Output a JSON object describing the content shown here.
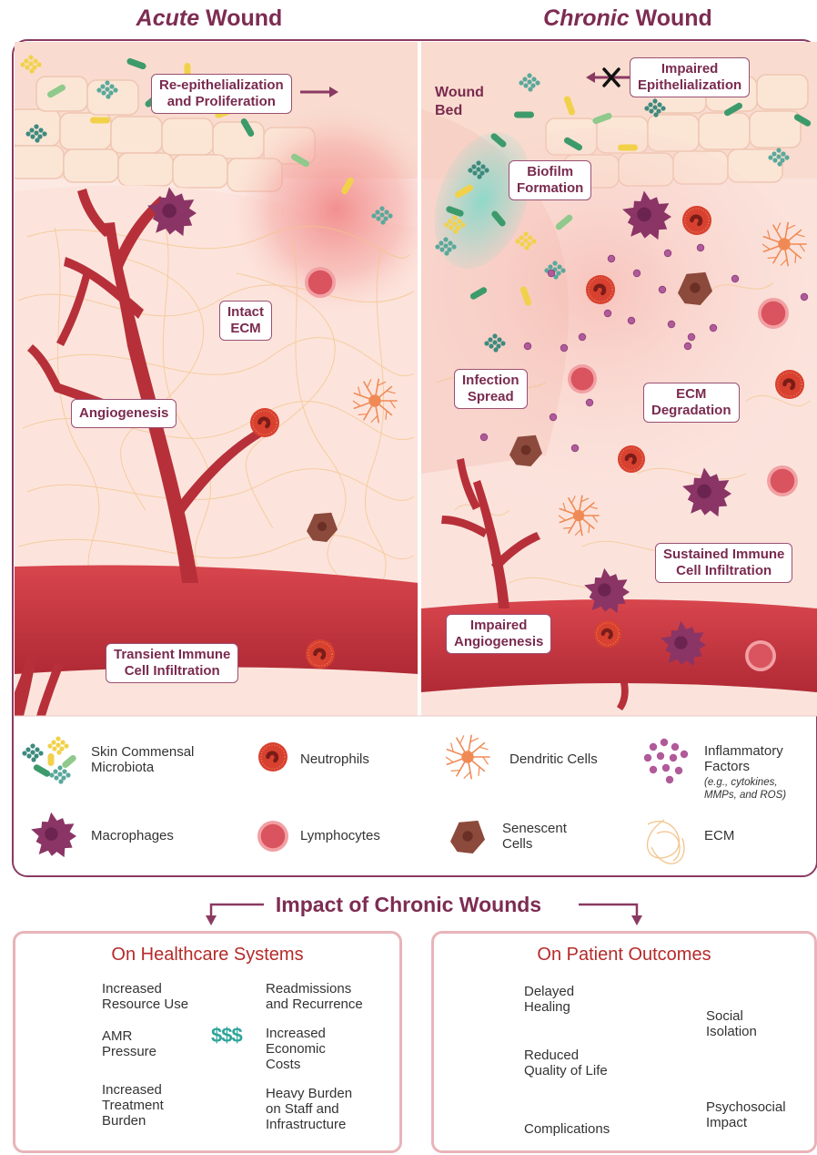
{
  "headers": {
    "acute_emph": "Acute",
    "acute_rest": " Wound",
    "chronic_emph": "Chronic",
    "chronic_rest": " Wound"
  },
  "acute_labels": {
    "reepithelialization_1": "Re-epithelialization",
    "reepithelialization_2": "and Proliferation",
    "intact_ecm_1": "Intact",
    "intact_ecm_2": "ECM",
    "angiogenesis": "Angiogenesis",
    "transient_1": "Transient Immune",
    "transient_2": "Cell Infiltration"
  },
  "chronic_labels": {
    "wound_bed_1": "Wound",
    "wound_bed_2": "Bed",
    "impaired_epi_1": "Impaired",
    "impaired_epi_2": "Epithelialization",
    "biofilm_1": "Biofilm",
    "biofilm_2": "Formation",
    "infection_1": "Infection",
    "infection_2": "Spread",
    "ecm_deg_1": "ECM",
    "ecm_deg_2": "Degradation",
    "sustained_1": "Sustained Immune",
    "sustained_2": "Cell Infiltration",
    "impaired_ang_1": "Impaired",
    "impaired_ang_2": "Angiogenesis"
  },
  "legend": {
    "microbiota_1": "Skin Commensal",
    "microbiota_2": "Microbiota",
    "neutrophils": "Neutrophils",
    "dendritic": "Dendritic Cells",
    "inflammatory_1": "Inflammatory",
    "inflammatory_2": "Factors",
    "inflammatory_sub_1": "(e.g., cytokines,",
    "inflammatory_sub_2": "MMPs, and ROS)",
    "macrophages": "Macrophages",
    "lymphocytes": "Lymphocytes",
    "senescent_1": "Senescent",
    "senescent_2": "Cells",
    "ecm": "ECM"
  },
  "impact": {
    "title": "Impact of Chronic Wounds",
    "healthcare": {
      "title": "On Healthcare Systems",
      "resource_1": "Increased",
      "resource_2": "Resource Use",
      "readmissions_1": "Readmissions",
      "readmissions_2": "and Recurrence",
      "amr_1": "AMR",
      "amr_2": "Pressure",
      "costs_1": "Increased",
      "costs_2": "Economic",
      "costs_3": "Costs",
      "treatment_1": "Increased",
      "treatment_2": "Treatment",
      "treatment_3": "Burden",
      "staff_1": "Heavy Burden",
      "staff_2": "on Staff and",
      "staff_3": "Infrastructure",
      "dollar_icon_text": "$$$"
    },
    "patient": {
      "title": "On Patient Outcomes",
      "delayed_1": "Delayed",
      "delayed_2": "Healing",
      "social_1": "Social",
      "social_2": "Isolation",
      "quality_1": "Reduced",
      "quality_2": "Quality of Life",
      "complications": "Complications",
      "psycho_1": "Psychosocial",
      "psycho_2": "Impact"
    }
  },
  "colors": {
    "title": "#7d2c52",
    "frame": "#8a3a62",
    "vessel": "#c2323c",
    "macrophage": "#8a3565",
    "neutrophil": "#d8412f",
    "lymphocyte": "#d9545e",
    "senescent": "#8c4a3c",
    "dendritic": "#f08a55",
    "ecm_fiber": "#f3c48a",
    "biofilm": "#7fd3c4",
    "box_border": "#e8b4b8",
    "box_title": "#b62a2a"
  }
}
